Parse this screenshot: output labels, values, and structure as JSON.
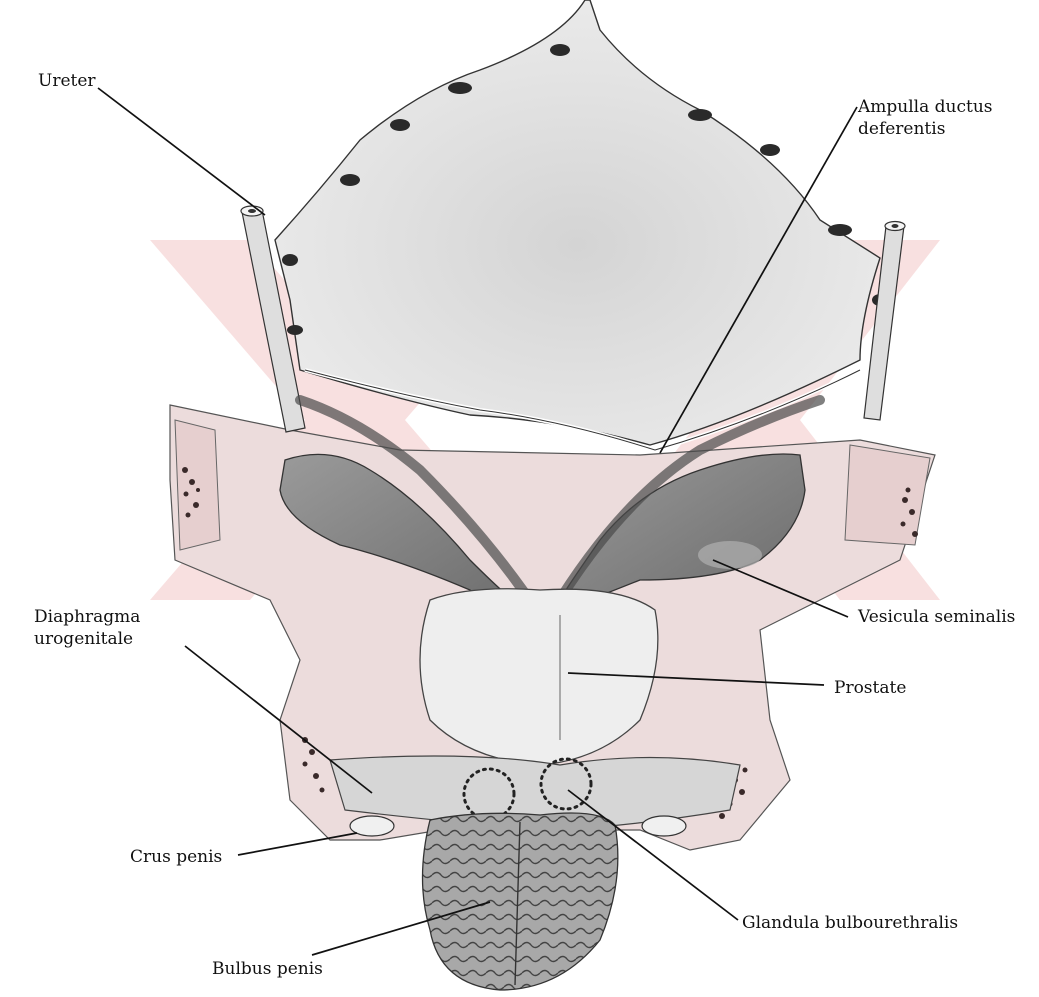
{
  "labels": {
    "ureter": "Ureter",
    "ampulla": [
      "Ampulla ductus",
      "deferentis"
    ],
    "vesicula": "Vesicula seminalis",
    "diaphragma": [
      "Diaphragma",
      "urogenitale"
    ],
    "prostate": "Prostate",
    "crus": "Crus penis",
    "glandula": "Glandula bulbourethralis",
    "bulbus": "Bulbus penis"
  },
  "colors": {
    "watermark": "#f3c8c8",
    "bladder_fill": "#e2e2e2",
    "bladder_dark_spots": "#2a2a2a",
    "pelvic_bone": "#ecdcdc",
    "bone_pores": "#3a2a2a",
    "vesicle_fill": "#8e8e8e",
    "vesicle_dark": "#4a4a4a",
    "prostate_fill": "#eeeeee",
    "bulbus_fill": "#a5a5a5",
    "ink": "#111111"
  }
}
